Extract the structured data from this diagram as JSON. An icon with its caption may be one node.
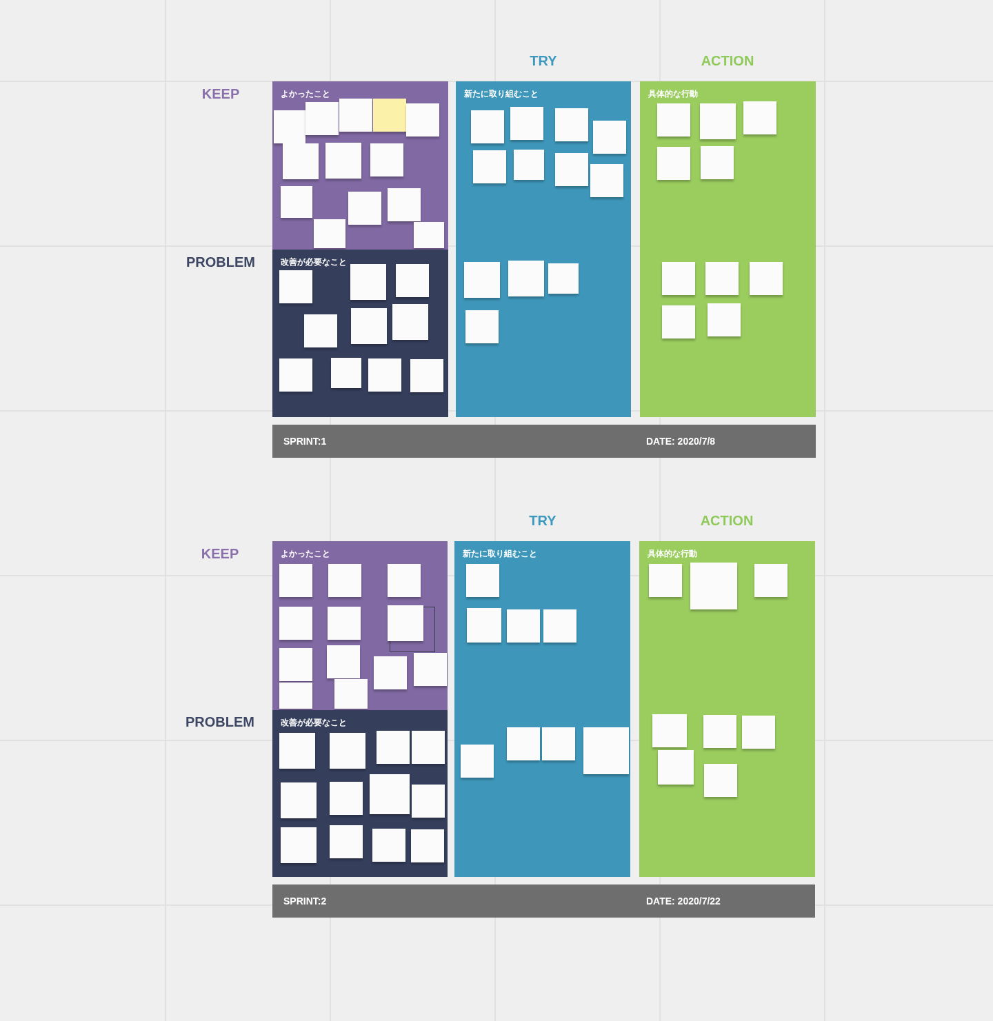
{
  "diagram": {
    "nodes": [
      {
        "text": [
          "よかったこと"
        ],
        "beside": [
          "KEEP"
        ]
      },
      {
        "text": [],
        "shape": "box",
        "in": 0
      },
      {
        "text": [],
        "shape": "box",
        "in": 0
      },
      {
        "text": [],
        "shape": "box",
        "in": 0
      },
      {
        "text": [],
        "shape": "box",
        "in": 0
      },
      {
        "text": [],
        "shape": "box",
        "in": 0
      },
      {
        "text": [],
        "shape": "box",
        "in": 0
      },
      {
        "text": [],
        "shape": "box",
        "in": 0
      },
      {
        "text": [],
        "shape": "box",
        "in": 0
      },
      {
        "text": [],
        "shape": "box",
        "in": 0
      },
      {
        "text": [],
        "shape": "box",
        "in": 0
      },
      {
        "text": [],
        "shape": "box",
        "in": 0
      },
      {
        "text": [],
        "shape": "box",
        "in": 0
      },
      {
        "text": [],
        "shape": "box",
        "in": 0
      },
      {
        "text": [
          "改善が必要なこと"
        ],
        "beside": [
          "PROBLEM"
        ]
      },
      {
        "text": [],
        "shape": "box",
        "in": 14
      },
      {
        "text": [],
        "shape": "box",
        "in": 14
      },
      {
        "text": [],
        "shape": "box",
        "in": 14
      },
      {
        "text": [],
        "shape": "box",
        "in": 14
      },
      {
        "text": [],
        "shape": "box",
        "in": 14
      },
      {
        "text": [],
        "shape": "box",
        "in": 14
      },
      {
        "text": [],
        "shape": "box",
        "in": 14
      },
      {
        "text": [],
        "shape": "box",
        "in": 14
      },
      {
        "text": [],
        "shape": "box",
        "in": 14
      },
      {
        "text": [],
        "shape": "box",
        "in": 14
      },
      {
        "text": [
          "新たに取り組むこと"
        ],
        "beside": [
          "TRY"
        ]
      },
      {
        "text": [],
        "shape": "box",
        "in": 25
      },
      {
        "text": [],
        "shape": "box",
        "in": 25
      },
      {
        "text": [],
        "shape": "box",
        "in": 25
      },
      {
        "text": [],
        "shape": "box",
        "in": 25
      },
      {
        "text": [],
        "shape": "box",
        "in": 25
      },
      {
        "text": [],
        "shape": "box",
        "in": 25
      },
      {
        "text": [],
        "shape": "box",
        "in": 25
      },
      {
        "text": [],
        "shape": "box",
        "in": 25
      },
      {
        "text": [],
        "shape": "box",
        "in": 25
      },
      {
        "text": [],
        "shape": "box",
        "in": 25
      },
      {
        "text": [],
        "shape": "box",
        "in": 25
      },
      {
        "text": [],
        "shape": "box",
        "in": 25
      },
      {
        "text": [
          "具体的な行動"
        ],
        "beside": [
          "ACTION"
        ]
      },
      {
        "text": [],
        "shape": "box",
        "in": 38
      },
      {
        "text": [],
        "shape": "box",
        "in": 38
      },
      {
        "text": [],
        "shape": "box",
        "in": 38
      },
      {
        "text": [],
        "shape": "box",
        "in": 38
      },
      {
        "text": [],
        "shape": "box",
        "in": 38
      },
      {
        "text": [],
        "shape": "box",
        "in": 38
      },
      {
        "text": [],
        "shape": "box",
        "in": 38
      },
      {
        "text": [],
        "shape": "box",
        "in": 38
      },
      {
        "text": [],
        "shape": "box",
        "in": 38
      },
      {
        "text": [],
        "shape": "box",
        "in": 38
      },
      {
        "text": [
          "SPRINT:1",
          "DATE: 2020/7/8"
        ]
      },
      {
        "text": [
          "よかったこと"
        ],
        "beside": [
          "KEEP"
        ]
      },
      {
        "text": [],
        "shape": "box",
        "in": 50
      },
      {
        "text": [],
        "shape": "box",
        "in": 50
      },
      {
        "text": [],
        "shape": "box",
        "in": 50
      },
      {
        "text": [],
        "shape": "box",
        "in": 50
      },
      {
        "text": [],
        "shape": "box",
        "in": 50
      },
      {
        "text": [],
        "shape": "box",
        "in": 50
      },
      {
        "text": [],
        "shape": "box",
        "in": 50
      },
      {
        "text": [],
        "shape": "box",
        "in": 50
      },
      {
        "text": [],
        "shape": "box",
        "in": 50
      },
      {
        "text": [],
        "shape": "box",
        "in": 50
      },
      {
        "text": [],
        "shape": "box",
        "in": 50
      },
      {
        "text": [],
        "shape": "box",
        "in": 50
      },
      {
        "text": [
          "改善が必要なこと"
        ],
        "beside": [
          "PROBLEM"
        ]
      },
      {
        "text": [],
        "shape": "box",
        "in": 63
      },
      {
        "text": [],
        "shape": "box",
        "in": 63
      },
      {
        "text": [],
        "shape": "box",
        "in": 63
      },
      {
        "text": [],
        "shape": "box",
        "in": 63
      },
      {
        "text": [],
        "shape": "box",
        "in": 63
      },
      {
        "text": [],
        "shape": "box",
        "in": 63
      },
      {
        "text": [],
        "shape": "box",
        "in": 63
      },
      {
        "text": [],
        "shape": "box",
        "in": 63
      },
      {
        "text": [],
        "shape": "box",
        "in": 63
      },
      {
        "text": [],
        "shape": "box",
        "in": 63
      },
      {
        "text": [],
        "shape": "box",
        "in": 63
      },
      {
        "text": [],
        "shape": "box",
        "in": 63
      },
      {
        "text": [
          "新たに取り組むこと"
        ],
        "beside": [
          "TRY"
        ]
      },
      {
        "text": [],
        "shape": "box",
        "in": 76
      },
      {
        "text": [],
        "shape": "box",
        "in": 76
      },
      {
        "text": [],
        "shape": "box",
        "in": 76
      },
      {
        "text": [],
        "shape": "box",
        "in": 76
      },
      {
        "text": [],
        "shape": "box",
        "in": 76
      },
      {
        "text": [],
        "shape": "box",
        "in": 76
      },
      {
        "text": [],
        "shape": "box",
        "in": 76
      },
      {
        "text": [],
        "shape": "box",
        "in": 76
      },
      {
        "text": [
          "具体的な行動"
        ],
        "beside": [
          "ACTION"
        ]
      },
      {
        "text": [],
        "shape": "box",
        "in": 85
      },
      {
        "text": [],
        "shape": "box",
        "in": 85
      },
      {
        "text": [],
        "shape": "box",
        "in": 85
      },
      {
        "text": [],
        "shape": "box",
        "in": 85
      },
      {
        "text": [],
        "shape": "box",
        "in": 85
      },
      {
        "text": [],
        "shape": "box",
        "in": 85
      },
      {
        "text": [],
        "shape": "box",
        "in": 85
      },
      {
        "text": [],
        "shape": "box",
        "in": 85
      },
      {
        "text": [
          "SPRINT:2",
          "DATE: 2020/7/22"
        ]
      }
    ]
  }
}
